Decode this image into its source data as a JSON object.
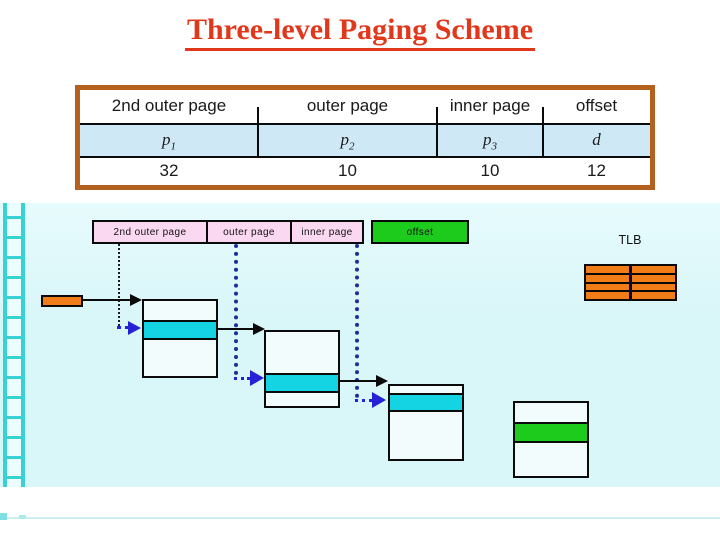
{
  "title": "Three-level Paging Scheme",
  "address_table": {
    "headers": [
      "2nd outer page",
      "outer page",
      "inner page",
      "offset"
    ],
    "fields": [
      {
        "base": "p",
        "sub": "1"
      },
      {
        "base": "p",
        "sub": "2"
      },
      {
        "base": "p",
        "sub": "3"
      },
      {
        "base": "d",
        "sub": ""
      }
    ],
    "bits": [
      "32",
      "10",
      "10",
      "12"
    ]
  },
  "diagram": {
    "labels": [
      {
        "text": "2nd outer page"
      },
      {
        "text": "outer page"
      },
      {
        "text": "inner page"
      },
      {
        "text": "offset"
      }
    ],
    "tlb_label": "TLB"
  },
  "colors": {
    "title": "#e1371b",
    "table_border": "#b4611f",
    "row_blue": "#cfe8f5",
    "diagram_bg": "#d9f6f8",
    "ladder": "#38d2d4",
    "label_pink": "#fbd8f1",
    "label_green": "#1dcb1d",
    "row_cyan": "#14d3e3",
    "row_green": "#1dcb1d",
    "tlb_orange": "#f07d18",
    "arrow_blue": "#2621d6",
    "dotted_navy": "#1c2f9c"
  }
}
